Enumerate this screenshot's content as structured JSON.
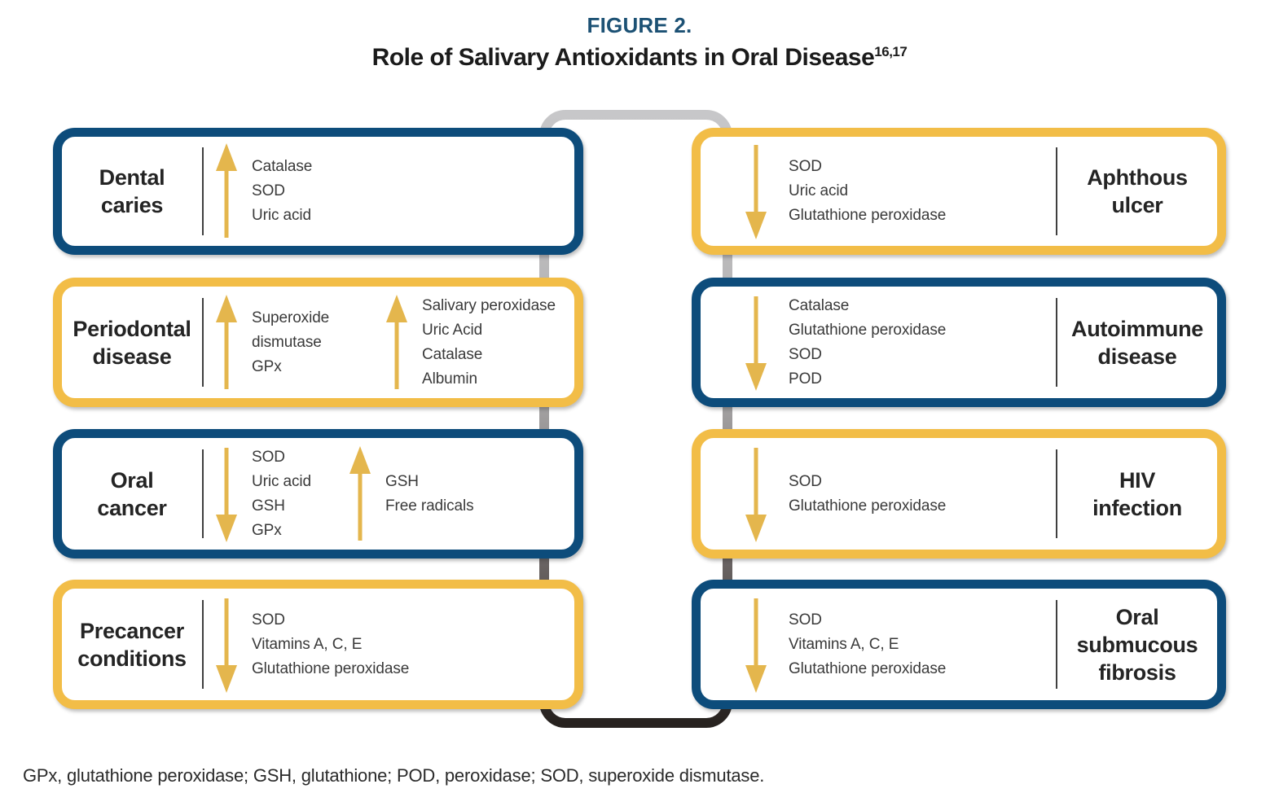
{
  "figure": {
    "label": "FIGURE 2.",
    "title": "Role of Salivary Antioxidants in Oral Disease",
    "citation_superscript": "16,17"
  },
  "footnote": "GPx, glutathione peroxidase; GSH, glutathione; POD, peroxidase; SOD, superoxide dismutase.",
  "colors": {
    "navy": "#0d4c7b",
    "gold": "#f2bd47",
    "arrow_gold": "#e4b64d",
    "title_blue": "#1c5174",
    "divider": "#3f3f3f",
    "label_text": "#242424",
    "list_text": "#3a3a3a",
    "spine_top": "#c7c7c9",
    "spine_mid": "#b0afb0",
    "spine_low": "#6e6867",
    "spine_bottom": "#27221f"
  },
  "boxes": {
    "left": [
      {
        "label": "Dental\ncaries",
        "accent": "navy",
        "groups": [
          {
            "direction": "up",
            "items": [
              "Catalase",
              "SOD",
              "Uric acid"
            ]
          }
        ]
      },
      {
        "label": "Periodontal\ndisease",
        "accent": "gold",
        "groups": [
          {
            "direction": "up",
            "items": [
              "Superoxide dismutase",
              "GPx"
            ]
          },
          {
            "direction": "up",
            "items": [
              "Salivary peroxidase",
              "Uric Acid",
              "Catalase",
              "Albumin"
            ]
          }
        ]
      },
      {
        "label": "Oral\ncancer",
        "accent": "navy",
        "groups": [
          {
            "direction": "down",
            "items": [
              "SOD",
              "Uric acid",
              "GSH",
              "GPx"
            ]
          },
          {
            "direction": "up",
            "items": [
              "GSH",
              "Free radicals"
            ]
          }
        ]
      },
      {
        "label": "Precancer\nconditions",
        "accent": "gold",
        "groups": [
          {
            "direction": "down",
            "items": [
              "SOD",
              "Vitamins A, C, E",
              "Glutathione peroxidase"
            ]
          }
        ]
      }
    ],
    "right": [
      {
        "label": "Aphthous\nulcer",
        "accent": "gold",
        "groups": [
          {
            "direction": "down",
            "items": [
              "SOD",
              "Uric acid",
              "Glutathione peroxidase"
            ]
          }
        ]
      },
      {
        "label": "Autoimmune\ndisease",
        "accent": "navy",
        "groups": [
          {
            "direction": "down",
            "items": [
              "Catalase",
              "Glutathione peroxidase",
              "SOD",
              "POD"
            ]
          }
        ]
      },
      {
        "label": "HIV\ninfection",
        "accent": "gold",
        "groups": [
          {
            "direction": "down",
            "items": [
              "SOD",
              "Glutathione peroxidase"
            ]
          }
        ]
      },
      {
        "label": "Oral\nsubmucous\nfibrosis",
        "accent": "navy",
        "groups": [
          {
            "direction": "down",
            "items": [
              "SOD",
              "Vitamins A, C, E",
              "Glutathione peroxidase"
            ]
          }
        ]
      }
    ]
  }
}
